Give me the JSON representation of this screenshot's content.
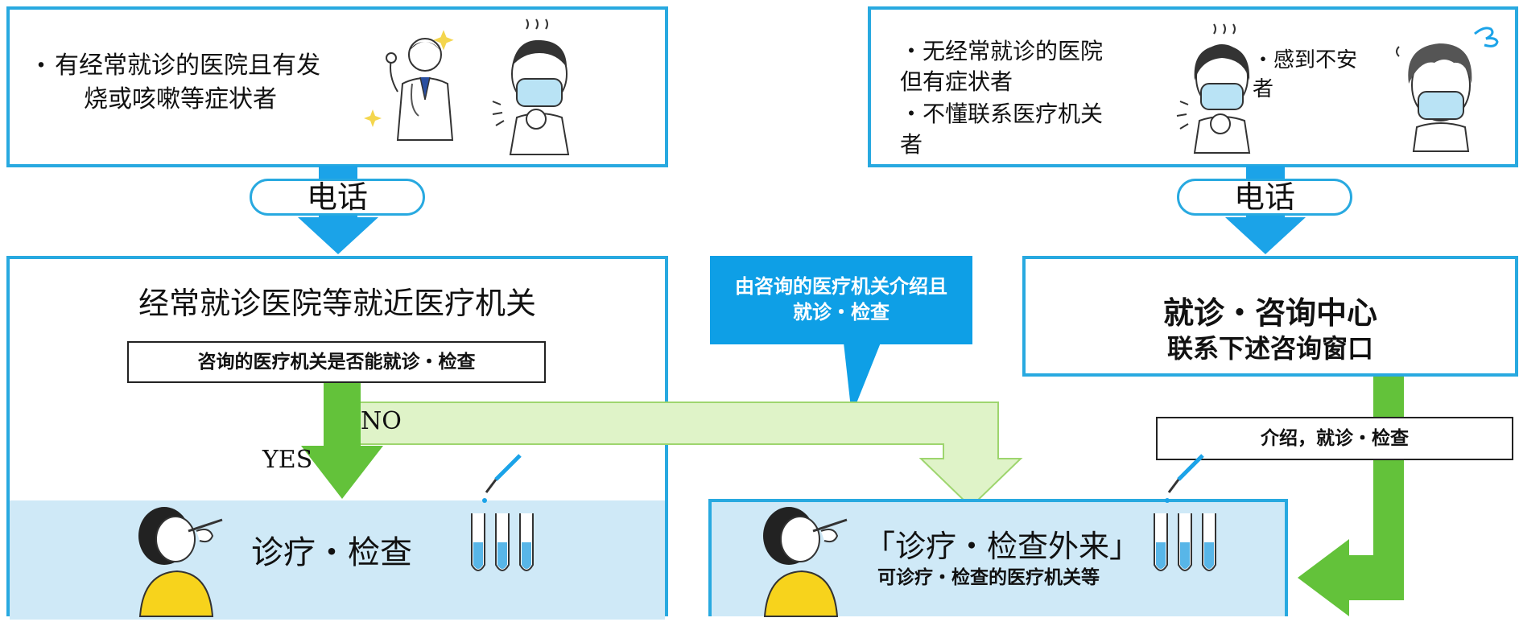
{
  "left_top_box": {
    "bullet": "・",
    "line1": "有经常就诊的医院且有发",
    "line2": "烧或咳嗽等症状者"
  },
  "right_top_box": {
    "line1": "・无经常就诊的医院",
    "line2": "但有症状者",
    "line3": "・不懂联系医疗机关",
    "line4": "者",
    "anxious_line1": "・感到不安",
    "anxious_line2": "者"
  },
  "phone_left": "电话",
  "phone_right": "电话",
  "left_main_box": {
    "title": "经常就诊医院等就近医疗机关",
    "question": "咨询的医疗机关是否能就诊・检查",
    "yes": "YES",
    "no": "NO",
    "result": "诊疗・检查"
  },
  "callout": {
    "line1": "由咨询的医疗机关介绍且",
    "line2": "就诊・检查"
  },
  "right_center_box": {
    "line1": "就诊・咨询中心",
    "line2": "联系下述咨询窗口"
  },
  "referral_label": "介绍，就诊・检查",
  "bottom_center_box": {
    "line1": "「诊疗・检查外来」",
    "line2": "可诊疗・检查的医疗机关等"
  },
  "colors": {
    "frame_blue": "#28a9e0",
    "arrow_blue": "#1ba3e8",
    "arrow_green": "#63c23a",
    "arrow_light_green": "#dff3c8",
    "panel_light_blue": "#cfe9f7",
    "callout_blue": "#0e9fe6"
  }
}
